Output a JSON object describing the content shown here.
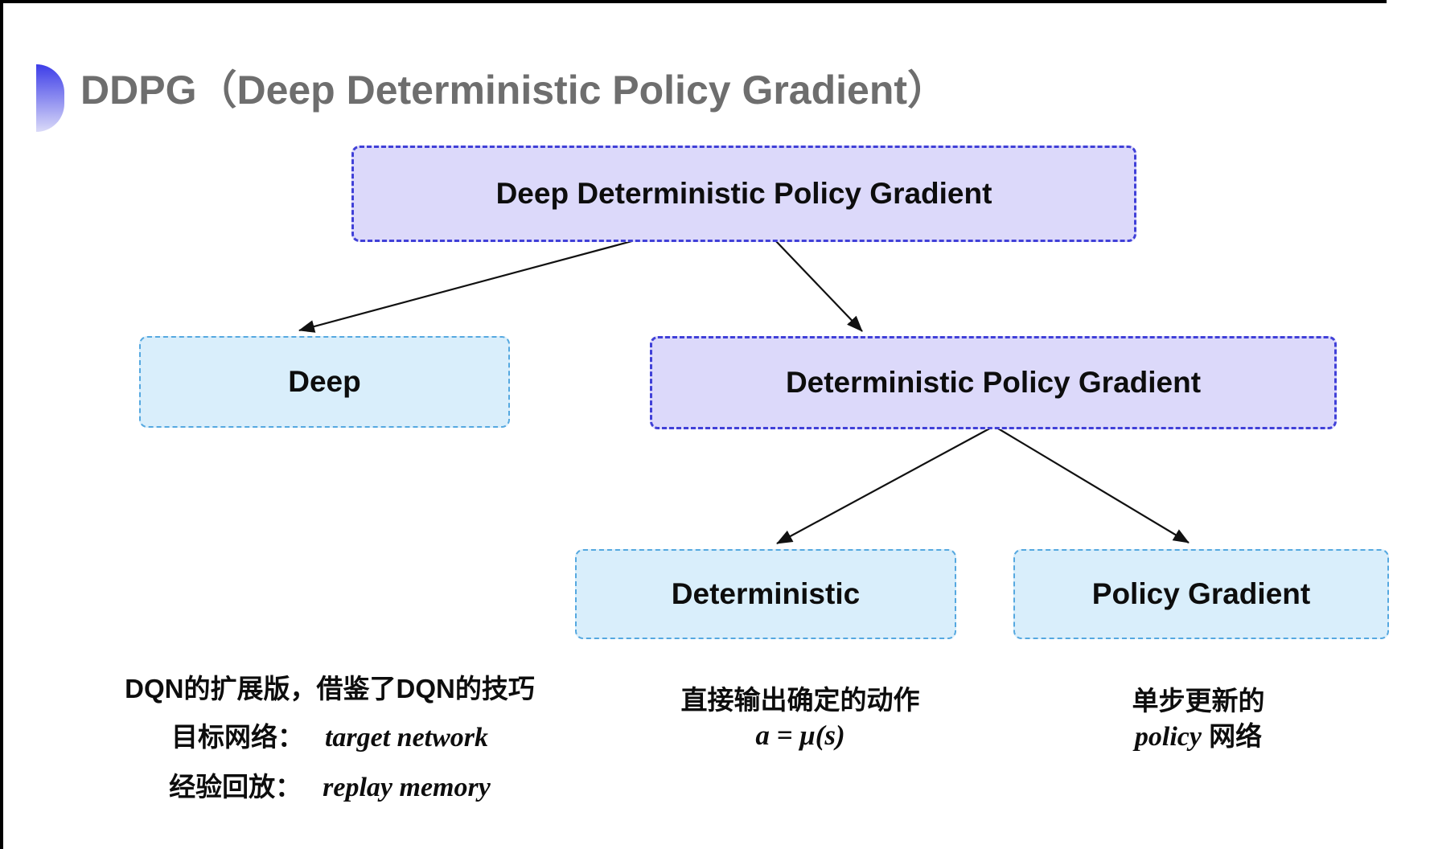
{
  "header": {
    "title": "DDPG（Deep Deterministic Policy Gradient）"
  },
  "diagram": {
    "nodes": {
      "root": {
        "label": "Deep Deterministic Policy Gradient"
      },
      "deep": {
        "label": "Deep"
      },
      "dpg": {
        "label": "Deterministic Policy Gradient"
      },
      "deterministic": {
        "label": "Deterministic"
      },
      "policy_gradient": {
        "label": "Policy Gradient"
      }
    }
  },
  "notes": {
    "deep": {
      "line1": "DQN的扩展版，借鉴了DQN的技巧",
      "line2_zh": "目标网络：",
      "line2_en": "target network",
      "line3_zh": "经验回放：",
      "line3_en": "replay memory"
    },
    "deterministic": {
      "line1": "直接输出确定的动作",
      "formula": "a = μ(s)"
    },
    "policy_gradient": {
      "line1": "单步更新的",
      "line2_en": "policy",
      "line2_zh": " 网络"
    }
  },
  "colors": {
    "purple_fill": "#dcd9fa",
    "purple_border": "#4040d8",
    "cyan_fill": "#d9eefb",
    "cyan_border": "#55a8e0",
    "arrow": "#111111",
    "title_gray": "#6e6e6e",
    "logo_top": "#3d3de8",
    "logo_bottom": "#dadaf8"
  }
}
